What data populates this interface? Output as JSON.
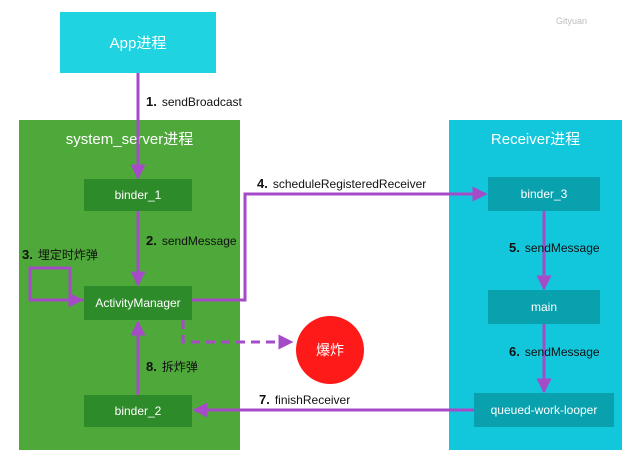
{
  "watermark": "Gityuan",
  "app": {
    "label": "App进程"
  },
  "system_server": {
    "title": "system_server进程",
    "binder_1": "binder_1",
    "activity_manager": "ActivityManager",
    "binder_2": "binder_2"
  },
  "receiver": {
    "title": "Receiver进程",
    "binder_3": "binder_3",
    "main": "main",
    "queued_work_looper": "queued-work-looper"
  },
  "explosion": {
    "label": "爆炸"
  },
  "steps": [
    {
      "num": "1.",
      "text": "sendBroadcast"
    },
    {
      "num": "2.",
      "text": "sendMessage"
    },
    {
      "num": "3.",
      "text": "埋定时炸弹"
    },
    {
      "num": "4.",
      "text": "scheduleRegisteredReceiver"
    },
    {
      "num": "5.",
      "text": "sendMessage"
    },
    {
      "num": "6.",
      "text": "sendMessage"
    },
    {
      "num": "7.",
      "text": "finishReceiver"
    },
    {
      "num": "8.",
      "text": "拆炸弹"
    }
  ],
  "colors": {
    "app_box": "#1fd3e0",
    "system_panel": "#4ea83a",
    "system_node": "#2e8b2a",
    "receiver_panel": "#12c7dc",
    "receiver_node": "#0aa1ae",
    "arrow": "#a64bc8",
    "explosion": "#ff1a1a"
  }
}
